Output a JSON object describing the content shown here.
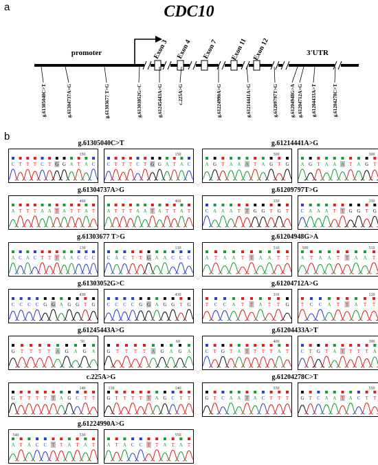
{
  "panel_a": {
    "label": "a",
    "gene": "CDC10",
    "region_labels": [
      {
        "id": "promoter",
        "text": "promoter"
      },
      {
        "id": "utr3",
        "text": "3'UTR"
      }
    ],
    "exons": [
      "Exon 3",
      "Exon 4",
      "Exon 7",
      "Exon 11",
      "Exon 12"
    ],
    "variants": [
      "g.61305040C>T",
      "g.61304737A>G",
      "g.61303677 T>G",
      "g.61303052G>C",
      "g.61245443A>G",
      "c.225A>G",
      "g.61224990A>G",
      "g.61214441A>G",
      "g.61209797T>G",
      "g.61204948G>A",
      "g.61204712A>G",
      "g.61204433A>T",
      "g.61204278C>T"
    ]
  },
  "panel_b": {
    "label": "b",
    "left_column": [
      {
        "title": "g.61305040C>T",
        "pos_left": "150",
        "pos_right": "150",
        "bases_left": "CTTTCTGGATAC",
        "bases_right": "CTTTCTGGATAC"
      },
      {
        "title": "g.61304737A>G",
        "pos_left": "460",
        "pos_right": "460",
        "bases_left": "ATTTAATATTAT",
        "bases_right": "ATTTAATATTAT"
      },
      {
        "title": "g.61303677 T>G",
        "pos_left": "130",
        "pos_right": "130",
        "bases_left": "ACACTTTAACCC",
        "bases_right": "CACTTGAACCC"
      },
      {
        "title": "g.61303052G>C",
        "pos_left": "430",
        "pos_right": "430",
        "bases_left": "CCCCGGAGGTG",
        "bases_right": "CCCCGGAGGTG"
      },
      {
        "title": "g.61245443A>G",
        "pos_left": "50",
        "pos_right": "60",
        "bases_left": "GTTTTAGAGA",
        "bases_right": "GTTTTAGAGA"
      },
      {
        "title": "c.225A>G",
        "pos_left": "140",
        "pos_right": "140",
        "bases_left": "GTTTTTAGCTT",
        "bases_right": "GTTTTTAGCTT",
        "extra_left": "",
        "extra_right": "130"
      },
      {
        "title": "g.61224990A>G",
        "pos_left": "530",
        "pos_right": "550",
        "bases_left": "ATACCTTATAT",
        "bases_right": "ATACCTTATAT",
        "extra_left": "540",
        "extra_right": ""
      }
    ],
    "right_column": [
      {
        "title": "g.61214441A>G",
        "pos_left": "300",
        "pos_right": "300",
        "bases_left": "AGTAAATAGTG",
        "bases_right": "AGTAAATAGTG"
      },
      {
        "title": "g.61209797T>G",
        "pos_left": "350",
        "pos_right": "350",
        "bases_left": "CAAATTGGTGT",
        "bases_right": "CAAATTGGTGT"
      },
      {
        "title": "g.61204948G>A",
        "pos_left": "510",
        "pos_right": "510",
        "bases_left": "ATAATTAATT",
        "bases_right": "ATAATTAATT",
        "extra_left": "",
        "extra_right": "500"
      },
      {
        "title": "g.61204712A>G",
        "pos_left": "110",
        "pos_right": "120",
        "bases_left": "TCCATTATTG",
        "bases_right": "TCCATTATTG"
      },
      {
        "title": "g.61204433A>T",
        "pos_left": "400",
        "pos_right": "390",
        "bases_left": "CTGTATTTTAT",
        "bases_right": "CTGTATTTTAT"
      },
      {
        "title": "g.61204278C>T",
        "pos_left": "550",
        "pos_right": "550",
        "bases_left": "GTCAATACTTT",
        "bases_right": "GTCAATACTTT"
      }
    ]
  },
  "colors": {
    "A": "#1a9a3a",
    "C": "#2a3fd0",
    "G": "#111111",
    "T": "#e02020",
    "highlight": "#9a9a9a"
  }
}
